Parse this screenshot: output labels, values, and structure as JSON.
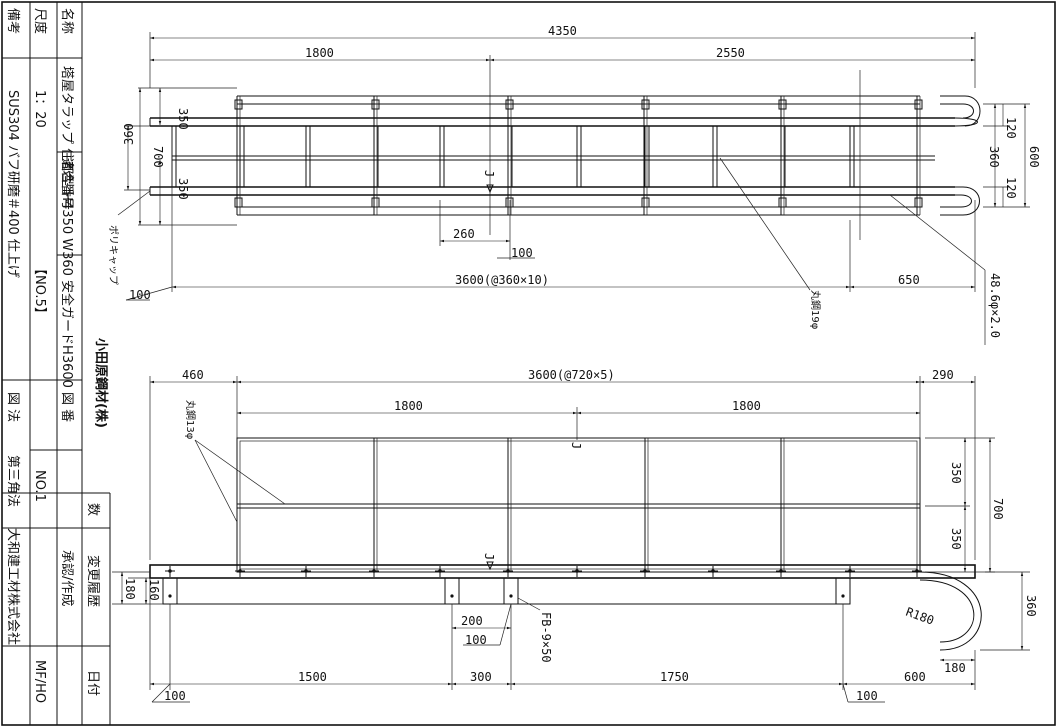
{
  "title_block": {
    "name_label": "名称",
    "name_value": "塔屋タラップ 住都型 H4350 W360 安全ガードH3600",
    "scale_label": "尺度",
    "scale_value": "1：20",
    "code_label": "適合番号",
    "code_value": "【NO.5】",
    "note_label": "備考",
    "note_value": "SUS304 バフ研磨＃400 仕上げ",
    "drawing_no_label": "図 番",
    "drawing_no_value": "NO.1",
    "method_label": "図 法",
    "method_value": "第三角法",
    "approval_label": "承認/作成",
    "approval_value": "MF/HO",
    "company": "大和建工材株式会社",
    "revision_count_label": "数",
    "revision_history_label": "変更履歴",
    "date_label": "日付"
  },
  "maker": "小田原鋼材(株)",
  "top_view": {
    "total": "4350",
    "left": "1800",
    "right": "2550",
    "w350a": "350",
    "w350b": "350",
    "w360": "360",
    "w700": "700",
    "d260": "260",
    "d100a": "100",
    "d100b": "100",
    "pitch": "3600(@360×10)",
    "d650": "650",
    "r120a": "120",
    "r360": "360",
    "r120b": "120",
    "r600": "600",
    "pipe": "48.6φ×2.0",
    "round_bar": "丸鋼19φ",
    "cap": "ポリキャップ",
    "mark_j": "J"
  },
  "front_view": {
    "d460": "460",
    "pitch": "3600(@720×5)",
    "d290": "290",
    "d1800a": "1800",
    "d1800b": "1800",
    "round_bar": "丸鋼13φ",
    "h350a": "350",
    "h350b": "350",
    "h700": "700",
    "h180": "180",
    "h160": "160",
    "d200": "200",
    "d100": "100",
    "fb": "FB-9×50",
    "r180": "R180",
    "d180": "180",
    "h360": "360",
    "b1500": "1500",
    "b300": "300",
    "b1750": "1750",
    "b600": "600",
    "b100a": "100",
    "b100b": "100",
    "mark_j": "J"
  }
}
